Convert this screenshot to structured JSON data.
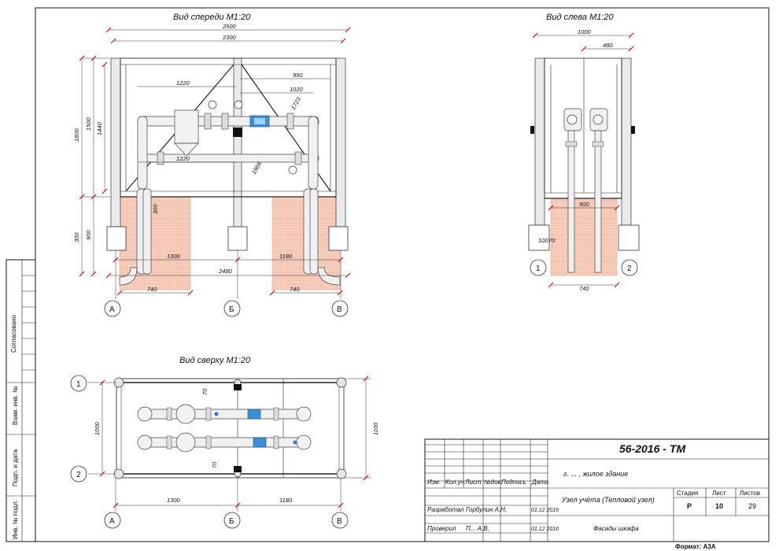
{
  "views": {
    "front_title": "Вид спереди М1:20",
    "left_title": "Вид слева М1:20",
    "top_title": "Вид сверху М1:20"
  },
  "front_dims": {
    "d2500": "2500",
    "d2300": "2300",
    "d1220a": "1220",
    "d990": "990",
    "d1020": "1020",
    "d1723": "1723",
    "d1220b": "1220",
    "d1868": "1868",
    "d1800": "1800",
    "d1500": "1500",
    "d1440": "1440",
    "d300a": "300",
    "d900": "900",
    "d300b": "300",
    "d1300": "1300",
    "d1180": "1180",
    "d2480": "2480",
    "d740a": "740",
    "d740b": "740"
  },
  "left_dims": {
    "d1000": "1000",
    "d480": "480",
    "d900": "900",
    "d100": "100",
    "d70": "70",
    "d740": "740"
  },
  "top_dims": {
    "d70a": "70",
    "d70b": "70",
    "d1000": "1000",
    "d1100": "1100",
    "d1300": "1300",
    "d1180": "1180"
  },
  "axes": {
    "a": "А",
    "b": "Б",
    "v": "В",
    "one": "1",
    "two": "2"
  },
  "side_stamp": {
    "soglasovano": "Согласовано",
    "vzam_inv": "Взам. инв. №",
    "podp_data": "Подп. и дата",
    "inv_podl": "Инв. № подл."
  },
  "title_block": {
    "code": "56-2016 - ТМ",
    "object": "г. ... , жилое здание",
    "headers": [
      "Изм.",
      "Кол.уч",
      "Лист",
      "№док.",
      "Подпись",
      "Дата"
    ],
    "row1_role": "Разработал",
    "row1_name": "Горбулин А.Н.",
    "row1_date": "01.12 2016",
    "row2_role": "Проверил",
    "row2_name": "П... А.В.",
    "row2_date": "01.12 2016",
    "unit_name": "Узел учёта (Тепловой узел)",
    "sheet_name": "Фасады шкафа",
    "stage_label": "Стадия",
    "sheet_label": "Лист",
    "sheets_label": "Листов",
    "stage_value": "Р",
    "sheet_value": "10",
    "sheets_value": "29",
    "format": "Формат: А3А"
  }
}
